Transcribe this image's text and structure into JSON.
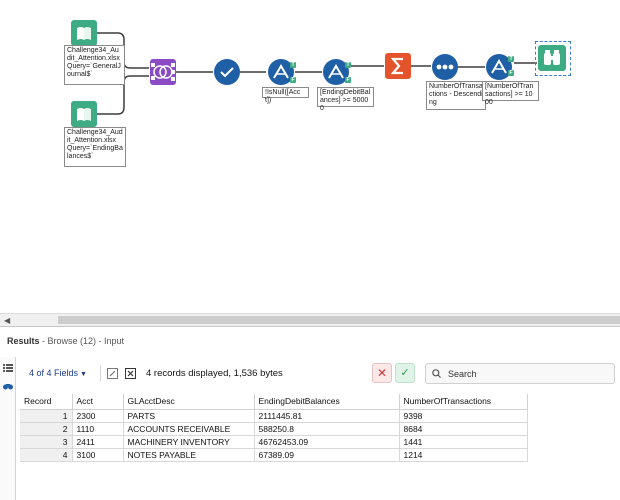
{
  "canvas": {
    "annotations": {
      "input1": "Challenge34_Audit_Attention.xlsx Query=`GeneralJournal$`",
      "input2": "Challenge34_Audit_Attention.xlsx Query=`EndingBalances$`",
      "filter1": "!IsNull([Acct])",
      "filter2": "[EndingDebitBalances] >= 50000",
      "sort": "NumberOfTransactions - Descending",
      "filter3": "[NumberOfTransactions] >= 1000"
    },
    "anchor_true": "T",
    "anchor_false": "F",
    "colors": {
      "input_green": "#3dab84",
      "join_purple": "#8a4bc4",
      "select_blue": "#1f5fa6",
      "summarize_orange": "#e5532c",
      "browse_green": "#3dab84",
      "connector": "#3d3d3d"
    }
  },
  "results": {
    "title": "Results",
    "subtitle": "- Browse (12) - Input",
    "fields_label": "4 of 4 Fields",
    "record_info": "4 records displayed, 1,536 bytes",
    "search_placeholder": "Search",
    "columns": [
      "Record",
      "Acct",
      "GLAcctDesc",
      "EndingDebitBalances",
      "NumberOfTransactions"
    ],
    "rows": [
      [
        "1",
        "2300",
        "PARTS",
        "2111445.81",
        "9398"
      ],
      [
        "2",
        "1110",
        "ACCOUNTS RECEIVABLE",
        "588250.8",
        "8684"
      ],
      [
        "3",
        "2411",
        "MACHINERY INVENTORY",
        "46762453.09",
        "1441"
      ],
      [
        "4",
        "3100",
        "NOTES PAYABLE",
        "67389.09",
        "1214"
      ]
    ]
  }
}
